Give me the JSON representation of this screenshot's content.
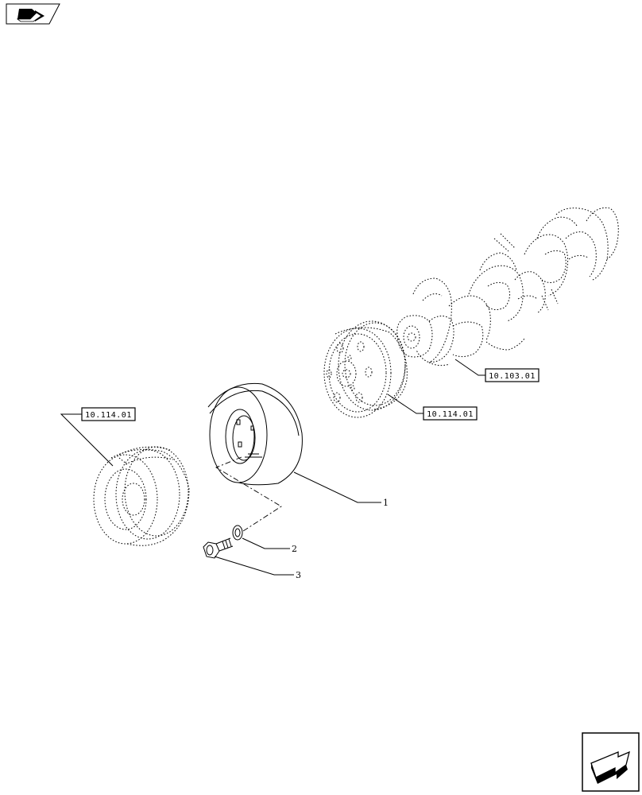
{
  "references": {
    "pulley_left": "10.114.01",
    "gear_ref": "10.114.01",
    "crankshaft_ref": "10.103.01"
  },
  "callouts": {
    "damper": "1",
    "washer": "2",
    "screw": "3"
  },
  "icons": {
    "top_left": "book-arrow-icon",
    "bottom_right": "next-page-arrow-icon"
  }
}
